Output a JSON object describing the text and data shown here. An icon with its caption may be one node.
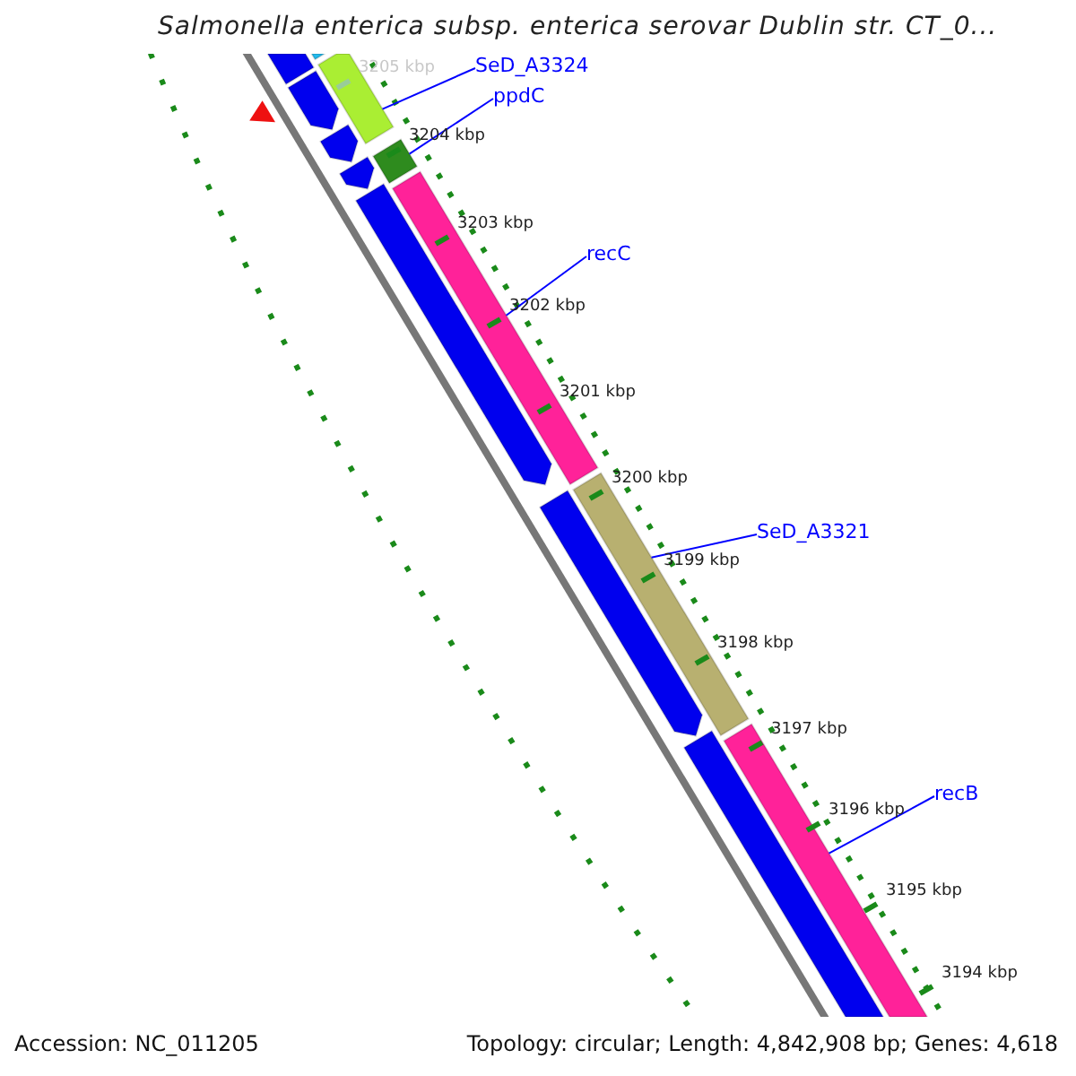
{
  "diagram": {
    "title": "Salmonella enterica subsp. enterica serovar Dublin str. CT_0...",
    "nodes": [
      {
        "text": [
          "SeD_A3324"
        ]
      },
      {
        "text": [
          "ppdC"
        ]
      },
      {
        "text": [
          "recC"
        ]
      },
      {
        "text": [
          "SeD_A3321"
        ]
      },
      {
        "text": [
          "recB"
        ]
      },
      {
        "text": [],
        "shape": "bar"
      },
      {
        "text": [],
        "shape": "bar"
      },
      {
        "text": [],
        "shape": "bar"
      },
      {
        "text": [],
        "shape": "bar"
      },
      {
        "text": [],
        "shape": "bar"
      },
      {
        "text": [],
        "shape": "bar"
      },
      {
        "text": [],
        "shape": "triangle"
      },
      {
        "text": [],
        "shape": "bar"
      },
      {
        "text": [],
        "shape": "bar"
      },
      {
        "text": [],
        "shape": "bar"
      },
      {
        "text": [],
        "shape": "bar"
      },
      {
        "text": [],
        "shape": "bar"
      },
      {
        "text": [],
        "shape": "bar"
      },
      {
        "text": [],
        "shape": "bar"
      }
    ],
    "edges": [
      {
        "from": 0,
        "to": 6,
        "arrow": "none"
      },
      {
        "from": 1,
        "to": 7,
        "arrow": "none"
      },
      {
        "from": 2,
        "to": 8,
        "arrow": "none"
      },
      {
        "from": 3,
        "to": 9,
        "arrow": "none"
      },
      {
        "from": 4,
        "to": 10,
        "arrow": "none"
      }
    ],
    "labels": [
      "3205 kbp",
      "3204 kbp",
      "3203 kbp",
      "3202 kbp",
      "3201 kbp",
      "3200 kbp",
      "3199 kbp",
      "3198 kbp",
      "3197 kbp",
      "3196 kbp",
      "3195 kbp",
      "3194 kbp",
      "Accession: NC_011205",
      "Topology: circular; Length: 4,842,908 bp; Genes: 4,618"
    ]
  }
}
